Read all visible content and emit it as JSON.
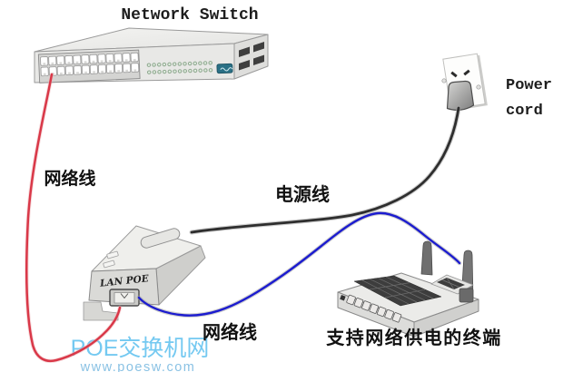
{
  "diagram": {
    "network_switch": {
      "title": "Network Switch"
    },
    "power_outlet": {
      "label_lines": [
        "Power",
        "cord"
      ]
    },
    "injector": {
      "panel_text": "LAN POE"
    },
    "terminal": {
      "label": "支持网络供电的终端"
    },
    "cables": {
      "switch_to_injector": {
        "label": "网络线",
        "color": "#d93848"
      },
      "outlet_to_injector": {
        "label": "电源线",
        "color": "#2e2e2e"
      },
      "injector_to_terminal": {
        "label": "网络线",
        "color": "#1c1ccf"
      }
    },
    "watermark": {
      "site_name": "POE交换机网",
      "site_url": "www.poesw.com",
      "name_color": "#74c9f1",
      "url_color": "#8ac2e4"
    },
    "logo_color": "#2a7085"
  }
}
